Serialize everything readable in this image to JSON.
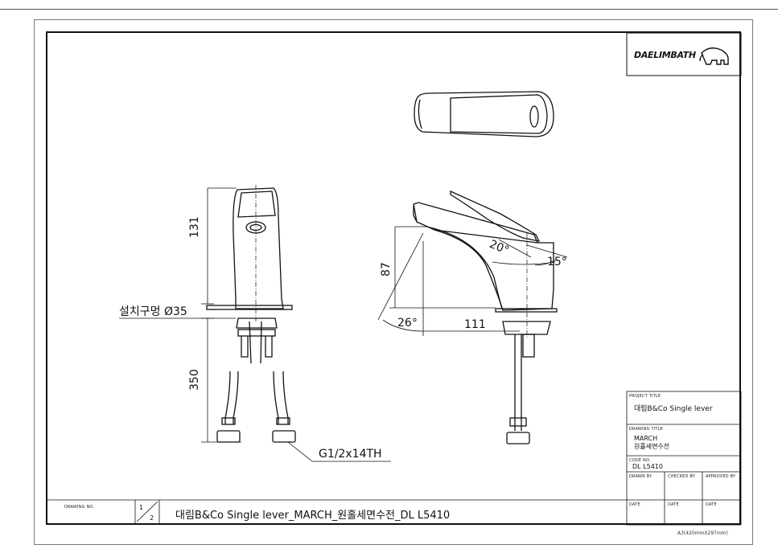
{
  "logo": {
    "text": "DAELIMBATH"
  },
  "dimensions": {
    "height_top": "131",
    "hole": "설치구멍 Ø35",
    "height_bottom": "350",
    "thread": "G1/2x14TH",
    "spout_height": "87",
    "spout_angle": "26°",
    "spout_reach": "111",
    "lever_angle_1": "20°",
    "lever_angle_2": "15°"
  },
  "title_block": {
    "project_title_label": "PROJECT TITLE",
    "project_title": "대림B&Co Single lever",
    "drawing_title_label": "DRAWING TITLE",
    "drawing_title_line1": "MARCH",
    "drawing_title_line2": "원홀세면수전",
    "code_no_label": "CODE NO.",
    "code_no": "DL L5410",
    "drawn_by_label": "DRAWN BY",
    "checked_by_label": "CHECKED BY",
    "approved_by_label": "APPROVED BY",
    "date_label_1": "DATE",
    "date_label_2": "DATE",
    "date_label_3": "DATE"
  },
  "bottom_strip": {
    "drawing_no_label": "DRAWING NO.",
    "sheet_num": "1",
    "sheet_den": "2",
    "drawing_name": "대림B&Co Single lever_MARCH_원홀세면수전_DL L5410"
  },
  "paper_size": "A3(420mmX297mm)"
}
